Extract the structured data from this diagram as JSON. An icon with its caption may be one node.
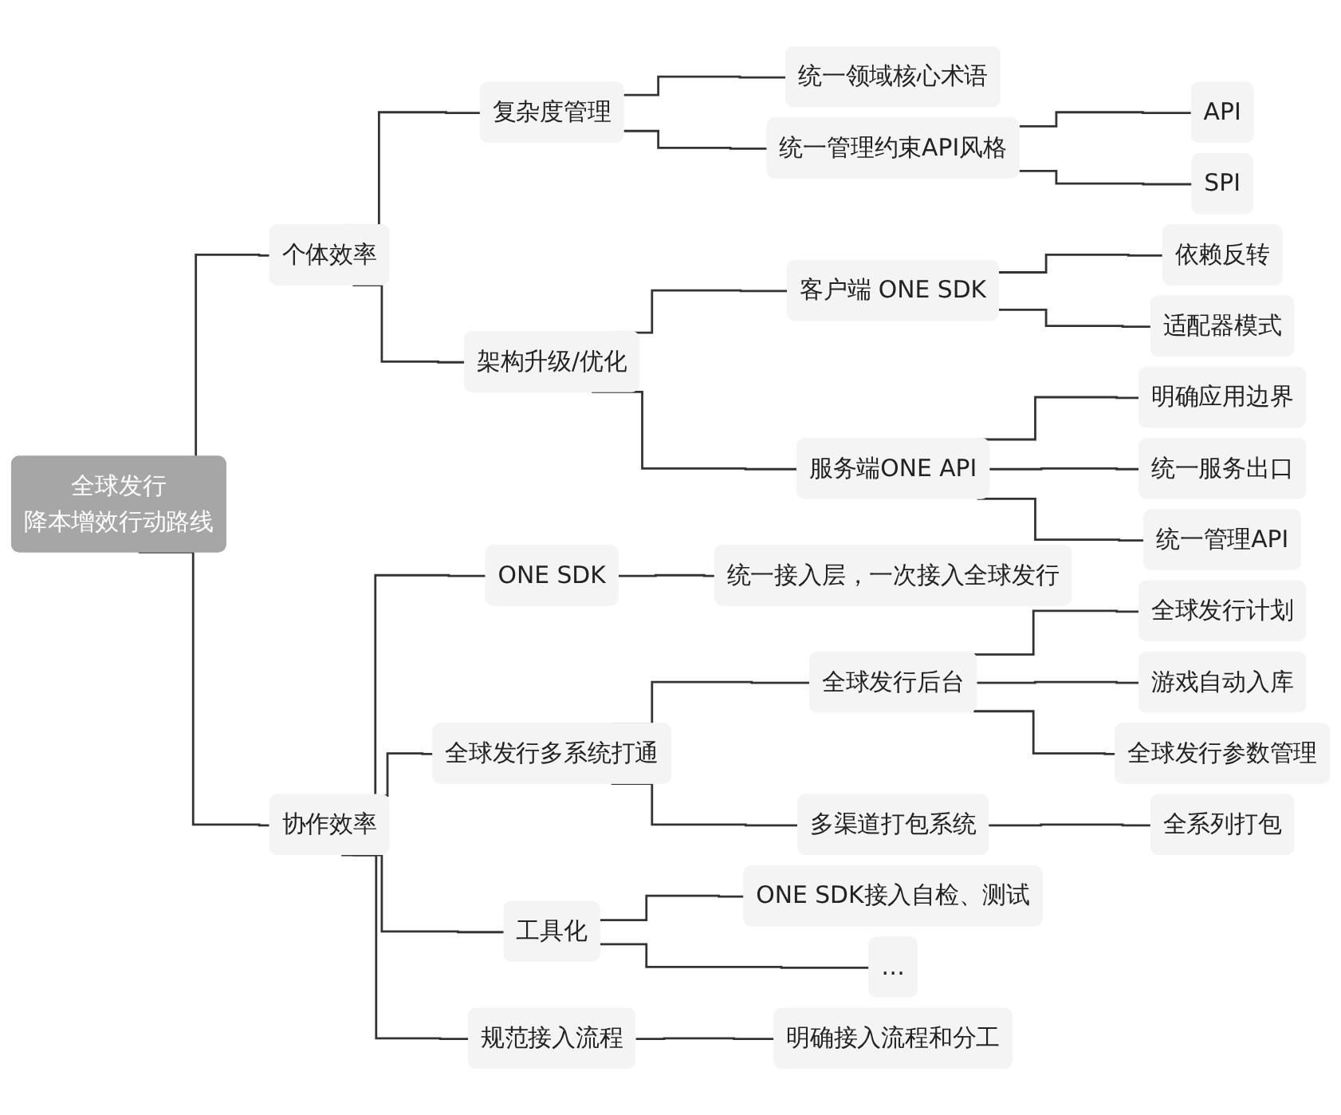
{
  "diagram": {
    "nodes": [
      {
        "text": [
          "全球发行",
          "降本增效行动路线"
        ]
      },
      {
        "text": [
          "个体效率"
        ]
      },
      {
        "text": [
          "复杂度管理"
        ]
      },
      {
        "text": [
          "统一领域核心术语"
        ]
      },
      {
        "text": [
          "统一管理约束API风格"
        ]
      },
      {
        "text": [
          "API"
        ]
      },
      {
        "text": [
          "SPI"
        ]
      },
      {
        "text": [
          "架构升级/优化"
        ]
      },
      {
        "text": [
          "客户端 ONE SDK"
        ]
      },
      {
        "text": [
          "依赖反转"
        ]
      },
      {
        "text": [
          "适配器模式"
        ]
      },
      {
        "text": [
          "服务端ONE API"
        ]
      },
      {
        "text": [
          "明确应用边界"
        ]
      },
      {
        "text": [
          "统一服务出口"
        ]
      },
      {
        "text": [
          "统一管理API"
        ]
      },
      {
        "text": [
          "协作效率"
        ]
      },
      {
        "text": [
          "ONE SDK"
        ]
      },
      {
        "text": [
          "统一接入层，一次接入全球发行"
        ]
      },
      {
        "text": [
          "全球发行多系统打通"
        ]
      },
      {
        "text": [
          "全球发行后台"
        ]
      },
      {
        "text": [
          "全球发行计划"
        ]
      },
      {
        "text": [
          "游戏自动入库"
        ]
      },
      {
        "text": [
          "全球发行参数管理"
        ]
      },
      {
        "text": [
          "多渠道打包系统"
        ]
      },
      {
        "text": [
          "全系列打包"
        ]
      },
      {
        "text": [
          "工具化"
        ]
      },
      {
        "text": [
          "ONE SDK接入自检、测试"
        ]
      },
      {
        "text": [
          "…"
        ]
      },
      {
        "text": [
          "规范接入流程"
        ]
      },
      {
        "text": [
          "明确接入流程和分工"
        ]
      }
    ],
    "edges": [
      {
        "from": 0,
        "to": 1,
        "arrow": "none"
      },
      {
        "from": 1,
        "to": 2,
        "arrow": "none"
      },
      {
        "from": 2,
        "to": 3,
        "arrow": "none"
      },
      {
        "from": 2,
        "to": 4,
        "arrow": "none"
      },
      {
        "from": 4,
        "to": 5,
        "arrow": "none"
      },
      {
        "from": 4,
        "to": 6,
        "arrow": "none"
      },
      {
        "from": 1,
        "to": 7,
        "arrow": "none"
      },
      {
        "from": 7,
        "to": 8,
        "arrow": "none"
      },
      {
        "from": 8,
        "to": 9,
        "arrow": "none"
      },
      {
        "from": 8,
        "to": 10,
        "arrow": "none"
      },
      {
        "from": 7,
        "to": 11,
        "arrow": "none"
      },
      {
        "from": 11,
        "to": 12,
        "arrow": "none"
      },
      {
        "from": 11,
        "to": 13,
        "arrow": "none"
      },
      {
        "from": 11,
        "to": 14,
        "arrow": "none"
      },
      {
        "from": 0,
        "to": 15,
        "arrow": "none"
      },
      {
        "from": 15,
        "to": 16,
        "arrow": "none"
      },
      {
        "from": 16,
        "to": 17,
        "arrow": "none"
      },
      {
        "from": 15,
        "to": 18,
        "arrow": "none"
      },
      {
        "from": 18,
        "to": 19,
        "arrow": "none"
      },
      {
        "from": 19,
        "to": 20,
        "arrow": "none"
      },
      {
        "from": 19,
        "to": 21,
        "arrow": "none"
      },
      {
        "from": 19,
        "to": 22,
        "arrow": "none"
      },
      {
        "from": 18,
        "to": 23,
        "arrow": "none"
      },
      {
        "from": 23,
        "to": 24,
        "arrow": "none"
      },
      {
        "from": 15,
        "to": 25,
        "arrow": "none"
      },
      {
        "from": 25,
        "to": 26,
        "arrow": "none"
      },
      {
        "from": 25,
        "to": 27,
        "arrow": "none"
      },
      {
        "from": 15,
        "to": 28,
        "arrow": "none"
      },
      {
        "from": 28,
        "to": 29,
        "arrow": "none"
      }
    ]
  }
}
